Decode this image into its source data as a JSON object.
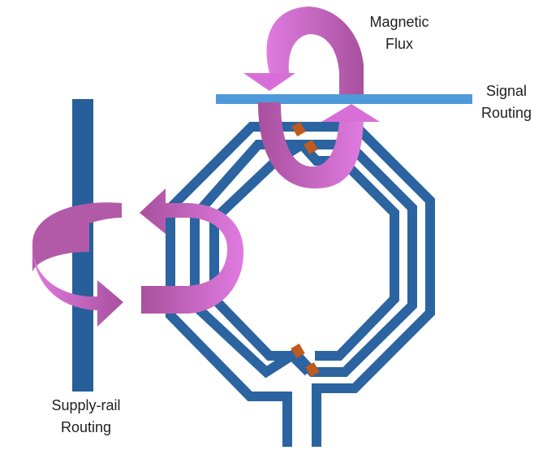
{
  "labels": {
    "magnetic_flux_line1": "Magnetic",
    "magnetic_flux_line2": "Flux",
    "signal_routing_line1": "Signal",
    "signal_routing_line2": "Routing",
    "supply_rail_line1": "Supply-rail",
    "supply_rail_line2": "Routing"
  },
  "colors": {
    "coil_trace": "#2b64a0",
    "supply_rail": "#265f9a",
    "signal_line": "#4f9ad8",
    "crossover_via": "#c05a1e",
    "flux_arrow_light": "#e07be0",
    "flux_arrow_dark": "#a8509e"
  }
}
